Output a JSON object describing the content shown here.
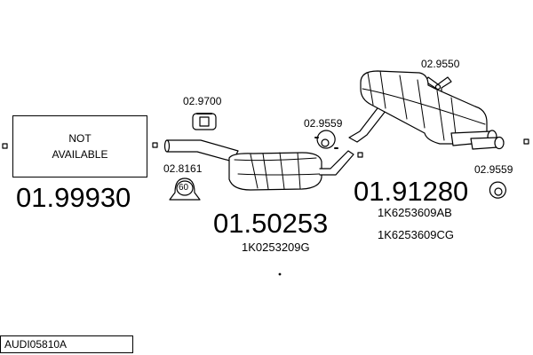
{
  "not_available": {
    "line1": "NOT",
    "line2": "AVAILABLE"
  },
  "parts": {
    "left_part_number": "01.99930",
    "center_part_number": "01.50253",
    "center_oem": "1K0253209G",
    "right_part_number": "01.91280",
    "right_oem_1": "1K6253609AB",
    "right_oem_2": "1K6253609CG"
  },
  "hardware": {
    "clamp_top_center": "02.9700",
    "ring_center": "02.8161",
    "ring_size": "60",
    "hanger_center": "02.9559",
    "hanger_top_right": "02.9550",
    "hanger_right": "02.9559"
  },
  "diagram_code": "AUDI05810A"
}
